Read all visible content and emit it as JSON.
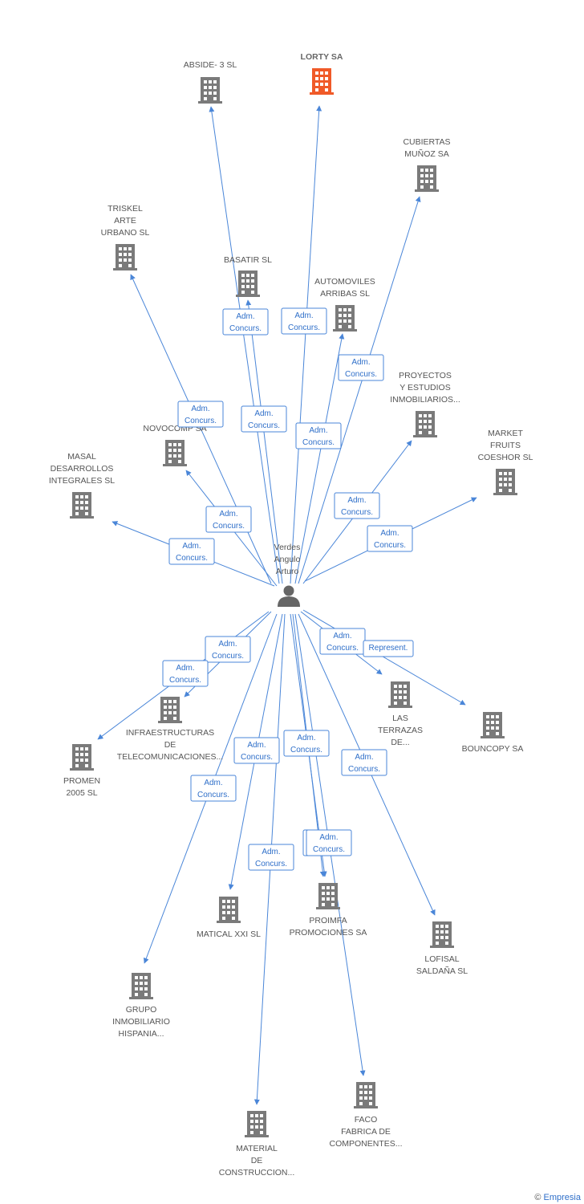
{
  "center": {
    "label": [
      "Verdes",
      "Angulo",
      "Arturo"
    ],
    "icon": "person-icon"
  },
  "colors": {
    "edge": "#4a86d8",
    "building": "#7a7a7a",
    "highlight": "#f05a28"
  },
  "nodes": [
    {
      "id": "abside",
      "label": [
        "ABSIDE- 3 SL"
      ],
      "highlight": false
    },
    {
      "id": "lorty",
      "label": [
        "LORTY SA"
      ],
      "highlight": true
    },
    {
      "id": "cubiertas",
      "label": [
        "CUBIERTAS",
        "MUÑOZ SA"
      ],
      "highlight": false
    },
    {
      "id": "triskel",
      "label": [
        "TRISKEL",
        "ARTE",
        "URBANO SL"
      ],
      "highlight": false
    },
    {
      "id": "basatir",
      "label": [
        "BASATIR SL"
      ],
      "highlight": false
    },
    {
      "id": "automoviles",
      "label": [
        "AUTOMOVILES",
        "ARRIBAS SL"
      ],
      "highlight": false
    },
    {
      "id": "proyectos",
      "label": [
        "PROYECTOS",
        "Y ESTUDIOS",
        "INMOBILIARIOS..."
      ],
      "highlight": false
    },
    {
      "id": "novocomp",
      "label": [
        "NOVOCOMP SA"
      ],
      "highlight": false
    },
    {
      "id": "market",
      "label": [
        "MARKET",
        "FRUITS",
        "COESHOR SL"
      ],
      "highlight": false
    },
    {
      "id": "masal",
      "label": [
        "MASAL",
        "DESARROLLOS",
        "INTEGRALES SL"
      ],
      "highlight": false
    },
    {
      "id": "infra",
      "label": [
        "INFRAESTRUCTURAS",
        "DE",
        "TELECOMUNICACIONES..."
      ],
      "highlight": false
    },
    {
      "id": "promen",
      "label": [
        "PROMEN",
        "2005 SL"
      ],
      "highlight": false
    },
    {
      "id": "terrazas",
      "label": [
        "LAS",
        "TERRAZAS",
        "DE..."
      ],
      "highlight": false
    },
    {
      "id": "bouncopy",
      "label": [
        "BOUNCOPY SA"
      ],
      "highlight": false
    },
    {
      "id": "matical",
      "label": [
        "MATICAL XXI SL"
      ],
      "highlight": false
    },
    {
      "id": "proimfa",
      "label": [
        "PROIMFA",
        "PROMOCIONES SA"
      ],
      "highlight": false
    },
    {
      "id": "lofisal",
      "label": [
        "LOFISAL",
        "SALDAÑA SL"
      ],
      "highlight": false
    },
    {
      "id": "grupo",
      "label": [
        "GRUPO",
        "INMOBILIARIO",
        "HISPANIA..."
      ],
      "highlight": false
    },
    {
      "id": "faco",
      "label": [
        "FACO",
        "FABRICA DE",
        "COMPONENTES..."
      ],
      "highlight": false
    },
    {
      "id": "material",
      "label": [
        "MATERIAL",
        "DE",
        "CONSTRUCCION..."
      ],
      "highlight": false
    }
  ],
  "relations": [
    {
      "target": "abside",
      "label": [
        "Adm.",
        "Concurs."
      ]
    },
    {
      "target": "lorty",
      "label": [
        "Adm.",
        "Concurs."
      ]
    },
    {
      "target": "cubiertas",
      "label": [
        "Adm.",
        "Concurs."
      ]
    },
    {
      "target": "triskel",
      "label": [
        "Adm.",
        "Concurs."
      ]
    },
    {
      "target": "basatir",
      "label": [
        "Adm.",
        "Concurs."
      ]
    },
    {
      "target": "automoviles",
      "label": [
        "Adm.",
        "Concurs."
      ]
    },
    {
      "target": "proyectos",
      "label": [
        "Adm.",
        "Concurs."
      ]
    },
    {
      "target": "novocomp",
      "label": [
        "Adm.",
        "Concurs."
      ]
    },
    {
      "target": "market",
      "label": [
        "Adm.",
        "Concurs."
      ]
    },
    {
      "target": "masal",
      "label": [
        "Adm.",
        "Concurs."
      ]
    },
    {
      "target": "infra",
      "label": [
        "Adm.",
        "Concurs."
      ]
    },
    {
      "target": "promen",
      "label": [
        "Adm.",
        "Concurs."
      ]
    },
    {
      "target": "terrazas",
      "label": [
        "Adm.",
        "Concurs."
      ]
    },
    {
      "target": "bouncopy",
      "label": [
        "Represent."
      ]
    },
    {
      "target": "matical",
      "label": [
        "Adm.",
        "Concurs."
      ]
    },
    {
      "target": "proimfa",
      "label": [
        "Adm.",
        "Concurs."
      ]
    },
    {
      "target": "proimfa",
      "label": [
        "Adm.",
        "Concurs."
      ]
    },
    {
      "target": "lofisal",
      "label": [
        "Adm.",
        "Concurs."
      ]
    },
    {
      "target": "grupo",
      "label": [
        "Adm.",
        "Concurs."
      ]
    },
    {
      "target": "faco",
      "label": [
        "Adm.",
        "Concurs."
      ]
    },
    {
      "target": "material",
      "label": [
        "Adm.",
        "Concurs."
      ]
    }
  ],
  "footer": {
    "copyright": "©",
    "brand": "Empresia"
  }
}
